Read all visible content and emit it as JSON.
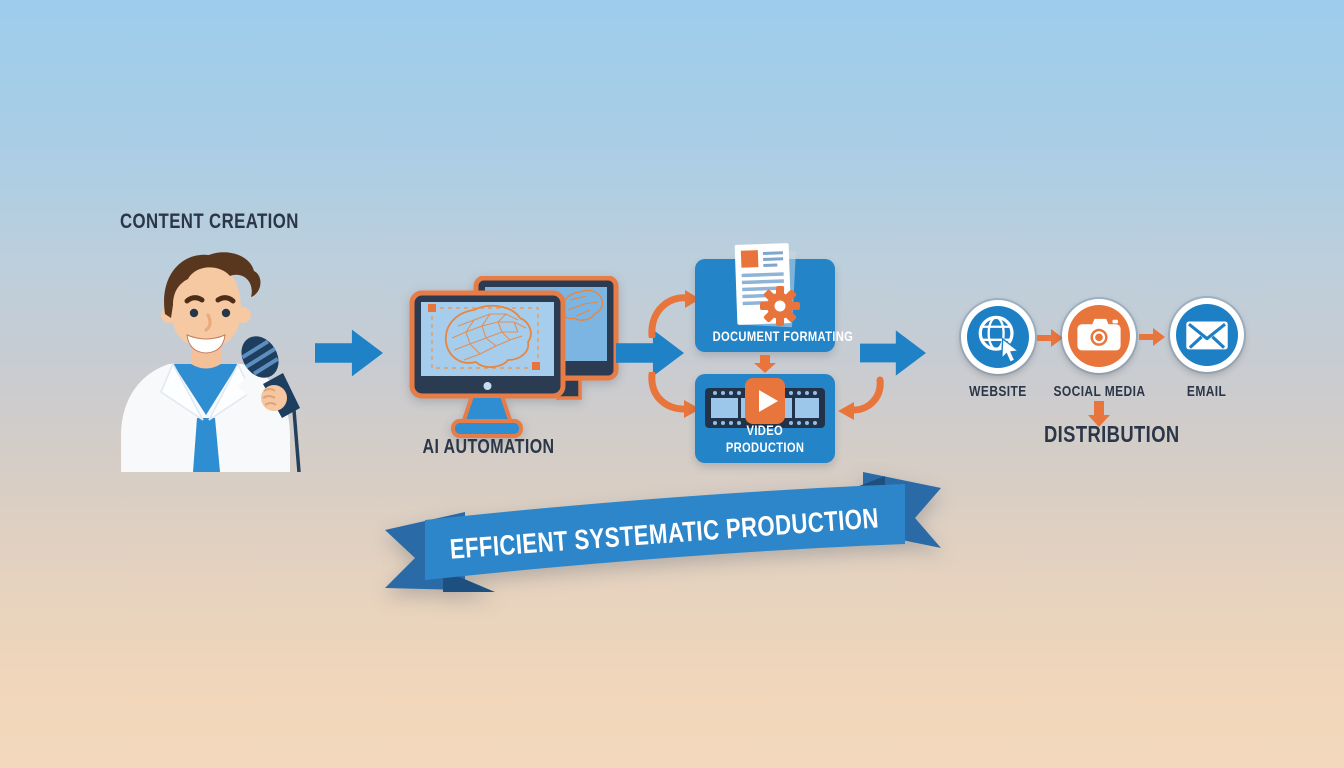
{
  "titles": {
    "content_creation": "CONTENT CREATION",
    "ai_automation": "AI AUTOMATION",
    "distribution": "DISTRIBUTION"
  },
  "boxes": {
    "document_formatting": "DOCUMENT FORMATING",
    "video_production_line1": "VIDEO",
    "video_production_line2": "PRODUCTION"
  },
  "channels": [
    {
      "label": "WEBSITE",
      "icon": "globe-cursor-icon",
      "color": "#1e80c4"
    },
    {
      "label": "SOCIAL MEDIA",
      "icon": "camera-icon",
      "color": "#e8763c"
    },
    {
      "label": "EMAIL",
      "icon": "envelope-icon",
      "color": "#1e80c4"
    }
  ],
  "banner": "EFFICIENT SYSTEMATIC PRODUCTION",
  "colors": {
    "arrow_blue": "#1f81c6",
    "box_blue": "#2484c8",
    "accent_orange": "#e8763c",
    "monitor_outline_orange": "#e87c46",
    "monitor_frame_navy": "#2b3c52",
    "screen_blue": "#a6cdec",
    "text_dark": "#2b3748",
    "ribbon_blue": "#2d86c9",
    "ribbon_dark": "#2a6ba7",
    "ribbon_fold": "#1d507f",
    "bg_top": "#9dcdec",
    "bg_bottom": "#f3d8bc"
  }
}
